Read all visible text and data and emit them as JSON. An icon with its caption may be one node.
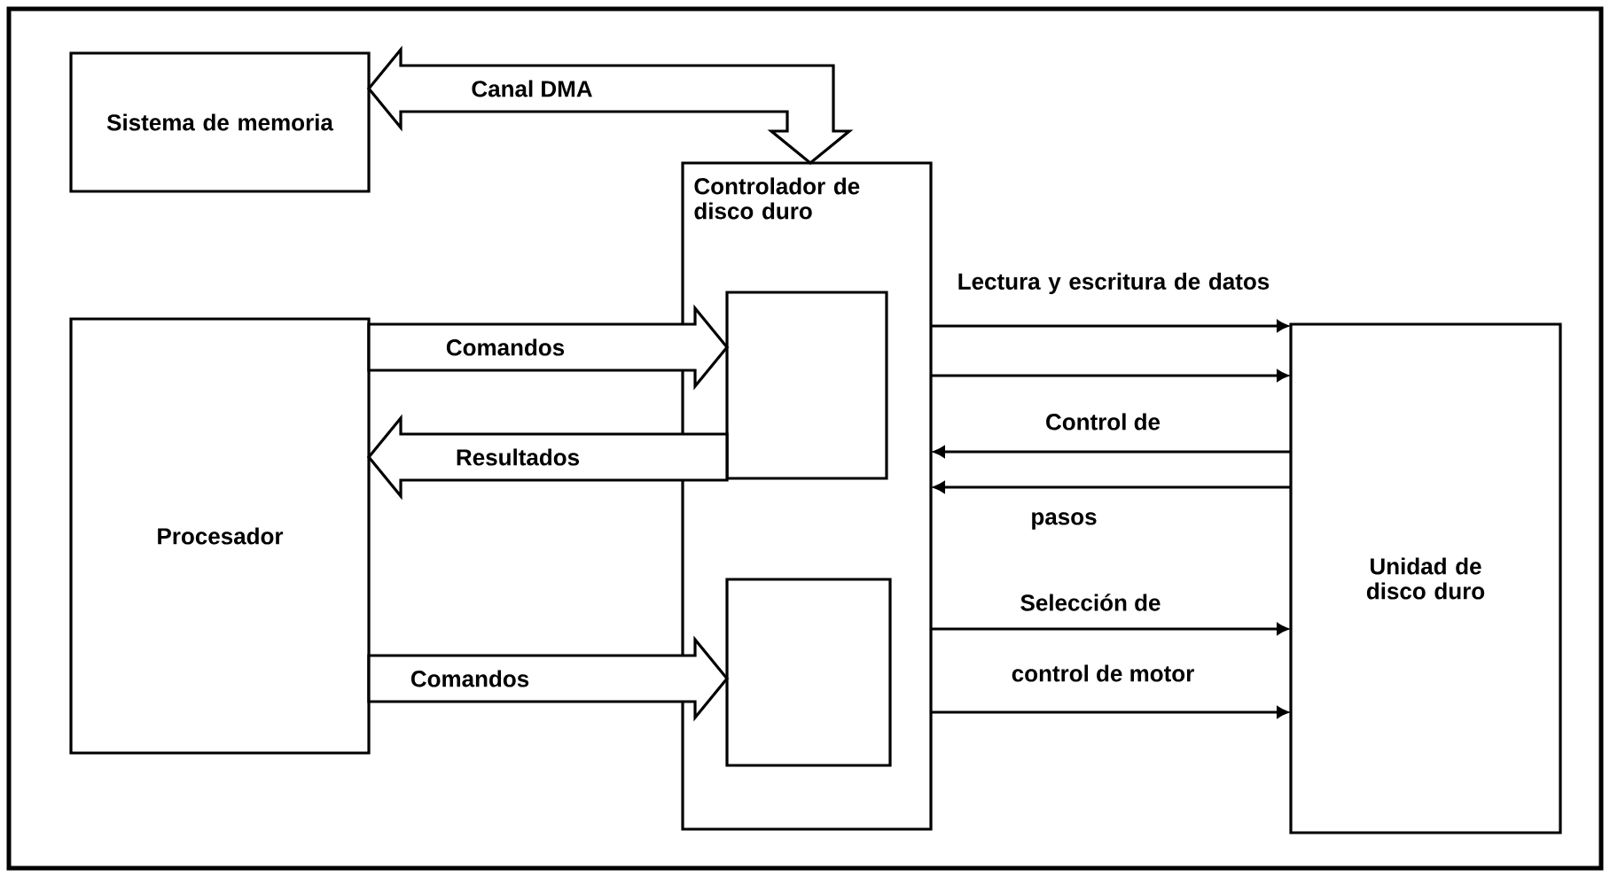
{
  "diagram": {
    "nodes": [
      {
        "text": [
          "Sistema de memoria"
        ]
      },
      {
        "text": [
          "Controlador de disco duro"
        ]
      },
      {
        "text": [],
        "shape": "box",
        "in": 1
      },
      {
        "text": [],
        "shape": "box",
        "in": 1
      },
      {
        "text": [
          "Procesador"
        ]
      },
      {
        "text": [
          "Unidad de disco duro"
        ]
      }
    ],
    "edges": [
      {
        "from": 0,
        "to": 1,
        "arrow": "both",
        "label": "Canal DMA",
        "style": "thick"
      },
      {
        "from": 4,
        "to": 2,
        "arrow": "to",
        "label": "Comandos",
        "style": "thick"
      },
      {
        "from": 2,
        "to": 4,
        "arrow": "to",
        "label": "Resultados",
        "style": "thick"
      },
      {
        "from": 4,
        "to": 3,
        "arrow": "to",
        "label": "Comandos",
        "style": "thick"
      },
      {
        "from": 1,
        "to": 5,
        "arrow": "to",
        "label": "Lectura y escritura de datos"
      },
      {
        "from": 1,
        "to": 5,
        "arrow": "to"
      },
      {
        "from": 5,
        "to": 1,
        "arrow": "to",
        "label": "Control de"
      },
      {
        "from": 5,
        "to": 1,
        "arrow": "to",
        "label": "pasos"
      },
      {
        "from": 1,
        "to": 5,
        "arrow": "to",
        "label": "Selección de"
      },
      {
        "from": 1,
        "to": 5,
        "arrow": "to",
        "label": "control de motor"
      }
    ]
  }
}
